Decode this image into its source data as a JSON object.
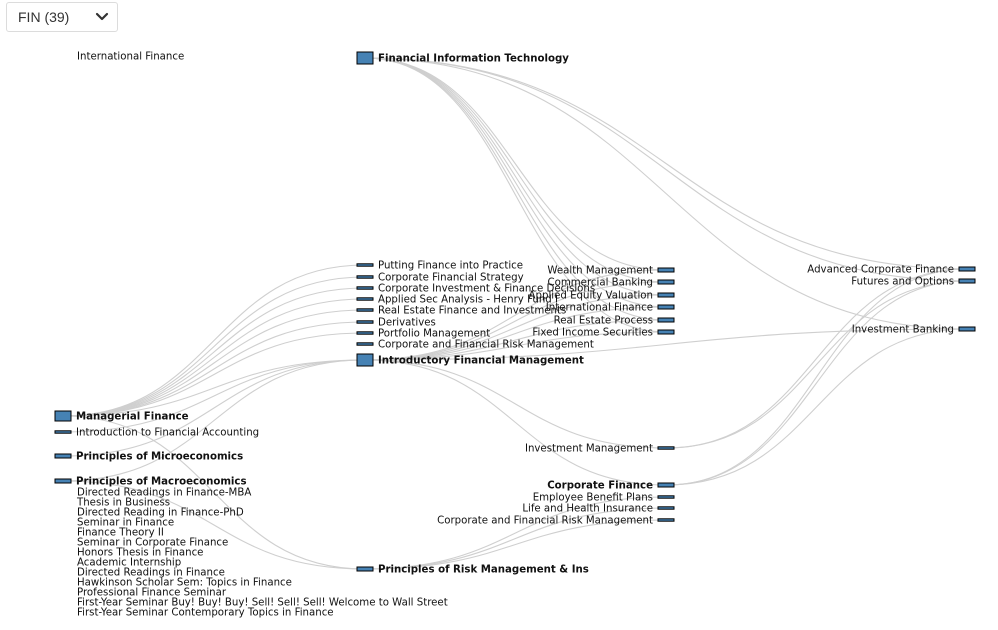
{
  "filter": {
    "selected": "FIN (39)",
    "icon": "chevron-down-icon"
  },
  "colors": {
    "node": "#4682b4",
    "link": "#cfcfcf"
  },
  "nodes": [
    {
      "id": "intl-finance-top",
      "label": "International Finance",
      "kind": "none",
      "bold": false
    },
    {
      "id": "fit",
      "label": "Financial Information Technology",
      "kind": "large",
      "bold": true
    },
    {
      "id": "putting",
      "label": "Putting Finance into Practice",
      "kind": "line",
      "bold": false
    },
    {
      "id": "cfs",
      "label": "Corporate Financial Strategy",
      "kind": "line",
      "bold": false
    },
    {
      "id": "cifd",
      "label": "Corporate Investment & Finance Decisions",
      "kind": "line",
      "bold": false
    },
    {
      "id": "asa",
      "label": "Applied Sec Analysis - Henry Fund I",
      "kind": "line",
      "bold": false
    },
    {
      "id": "refi",
      "label": "Real Estate Finance and Investments",
      "kind": "line",
      "bold": false
    },
    {
      "id": "deriv",
      "label": "Derivatives",
      "kind": "line",
      "bold": false
    },
    {
      "id": "portfolio",
      "label": "Portfolio Management",
      "kind": "line",
      "bold": false
    },
    {
      "id": "cfrm1",
      "label": "Corporate and Financial Risk Management",
      "kind": "line",
      "bold": false
    },
    {
      "id": "ifm",
      "label": "Introductory Financial Management",
      "kind": "large",
      "bold": true
    },
    {
      "id": "managerial",
      "label": "Managerial Finance",
      "kind": "med",
      "bold": true
    },
    {
      "id": "ifa",
      "label": "Introduction to Financial Accounting",
      "kind": "line",
      "bold": false
    },
    {
      "id": "micro",
      "label": "Principles of Microeconomics",
      "kind": "small",
      "bold": true
    },
    {
      "id": "macro",
      "label": "Principles of Macroeconomics",
      "kind": "small",
      "bold": true
    },
    {
      "id": "dr-mba",
      "label": "Directed Readings in Finance-MBA",
      "kind": "none",
      "bold": false
    },
    {
      "id": "thesis-bus",
      "label": "Thesis in Business",
      "kind": "none",
      "bold": false
    },
    {
      "id": "dr-phd",
      "label": "Directed Reading in Finance-PhD",
      "kind": "none",
      "bold": false
    },
    {
      "id": "sem-fin",
      "label": "Seminar in Finance",
      "kind": "none",
      "bold": false
    },
    {
      "id": "fin-theory",
      "label": "Finance Theory II",
      "kind": "none",
      "bold": false
    },
    {
      "id": "sem-corp",
      "label": "Seminar in Corporate Finance",
      "kind": "none",
      "bold": false
    },
    {
      "id": "honors",
      "label": "Honors Thesis in Finance",
      "kind": "none",
      "bold": false
    },
    {
      "id": "internship",
      "label": "Academic Internship",
      "kind": "none",
      "bold": false
    },
    {
      "id": "dr-fin",
      "label": "Directed Readings in Finance",
      "kind": "none",
      "bold": false
    },
    {
      "id": "hawkinson",
      "label": "Hawkinson Scholar Sem: Topics in Finance",
      "kind": "none",
      "bold": false
    },
    {
      "id": "prof-sem",
      "label": "Professional Finance Seminar",
      "kind": "none",
      "bold": false
    },
    {
      "id": "fys-wall",
      "label": "First-Year Seminar Buy! Buy! Buy! Sell! Sell! Sell! Welcome to Wall Street",
      "kind": "none",
      "bold": false
    },
    {
      "id": "fys-topics",
      "label": "First-Year Seminar Contemporary Topics in Finance",
      "kind": "none",
      "bold": false
    },
    {
      "id": "prm",
      "label": "Principles of Risk Management & Ins",
      "kind": "small",
      "bold": true
    },
    {
      "id": "wealth",
      "label": "Wealth Management",
      "kind": "small",
      "bold": false
    },
    {
      "id": "commercial",
      "label": "Commercial Banking",
      "kind": "small",
      "bold": false
    },
    {
      "id": "aev",
      "label": "Applied Equity Valuation",
      "kind": "small",
      "bold": false
    },
    {
      "id": "intl-fin",
      "label": "International Finance",
      "kind": "small",
      "bold": false
    },
    {
      "id": "rep",
      "label": "Real Estate Process",
      "kind": "small",
      "bold": false
    },
    {
      "id": "fis",
      "label": "Fixed Income Securities",
      "kind": "small",
      "bold": false
    },
    {
      "id": "invest-mgmt",
      "label": "Investment Management",
      "kind": "line",
      "bold": false
    },
    {
      "id": "corp-fin",
      "label": "Corporate Finance",
      "kind": "small",
      "bold": true
    },
    {
      "id": "ebp",
      "label": "Employee Benefit Plans",
      "kind": "line",
      "bold": false
    },
    {
      "id": "lhi",
      "label": "Life and Health Insurance",
      "kind": "line",
      "bold": false
    },
    {
      "id": "cfrm2",
      "label": "Corporate and Financial Risk Management",
      "kind": "line",
      "bold": false
    },
    {
      "id": "acf",
      "label": "Advanced Corporate Finance",
      "kind": "small",
      "bold": false
    },
    {
      "id": "futures",
      "label": "Futures and Options",
      "kind": "small",
      "bold": false
    },
    {
      "id": "ib",
      "label": "Investment Banking",
      "kind": "small",
      "bold": false
    }
  ],
  "links": [
    [
      "managerial",
      "putting"
    ],
    [
      "managerial",
      "cfs"
    ],
    [
      "managerial",
      "cifd"
    ],
    [
      "managerial",
      "asa"
    ],
    [
      "managerial",
      "refi"
    ],
    [
      "managerial",
      "deriv"
    ],
    [
      "managerial",
      "portfolio"
    ],
    [
      "managerial",
      "ifm"
    ],
    [
      "ifa",
      "ifm"
    ],
    [
      "micro",
      "ifm"
    ],
    [
      "macro",
      "ifm"
    ],
    [
      "managerial",
      "prm"
    ],
    [
      "macro",
      "prm"
    ],
    [
      "fit",
      "wealth"
    ],
    [
      "fit",
      "commercial"
    ],
    [
      "fit",
      "aev"
    ],
    [
      "fit",
      "intl-fin"
    ],
    [
      "fit",
      "rep"
    ],
    [
      "fit",
      "fis"
    ],
    [
      "fit",
      "acf"
    ],
    [
      "fit",
      "futures"
    ],
    [
      "fit",
      "ib"
    ],
    [
      "ifm",
      "wealth"
    ],
    [
      "ifm",
      "commercial"
    ],
    [
      "ifm",
      "aev"
    ],
    [
      "ifm",
      "intl-fin"
    ],
    [
      "ifm",
      "rep"
    ],
    [
      "ifm",
      "fis"
    ],
    [
      "ifm",
      "ib"
    ],
    [
      "ifm",
      "invest-mgmt"
    ],
    [
      "ifm",
      "corp-fin"
    ],
    [
      "prm",
      "ebp"
    ],
    [
      "prm",
      "lhi"
    ],
    [
      "prm",
      "cfrm2"
    ],
    [
      "invest-mgmt",
      "acf"
    ],
    [
      "invest-mgmt",
      "futures"
    ],
    [
      "corp-fin",
      "acf"
    ],
    [
      "corp-fin",
      "futures"
    ],
    [
      "corp-fin",
      "ib"
    ]
  ]
}
